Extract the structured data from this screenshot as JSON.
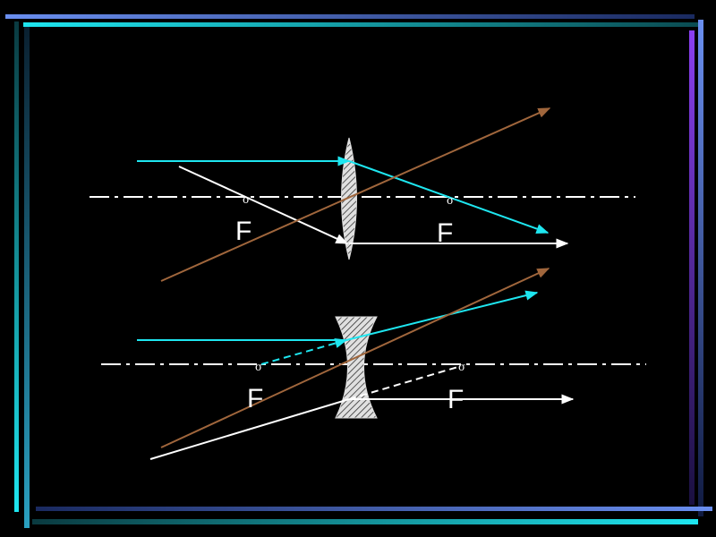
{
  "colors": {
    "background": "#000000",
    "frame_cyan": "#1ee6f0",
    "frame_blue": "#6a8ff0",
    "frame_violet": "#8a3ff0",
    "ray_cyan": "#1ee6f0",
    "ray_brown": "#a0663c",
    "ray_white": "#ffffff",
    "lens_fill": "#c8c8c8"
  },
  "convex_lens": {
    "focal_label_left": "F",
    "focal_label_right": "F",
    "focal_mark_left": "σ",
    "focal_mark_right": "σ"
  },
  "concave_lens": {
    "focal_label_left": "F",
    "focal_label_right": "F",
    "focal_mark_left": "σ",
    "focal_mark_right": "σ"
  }
}
